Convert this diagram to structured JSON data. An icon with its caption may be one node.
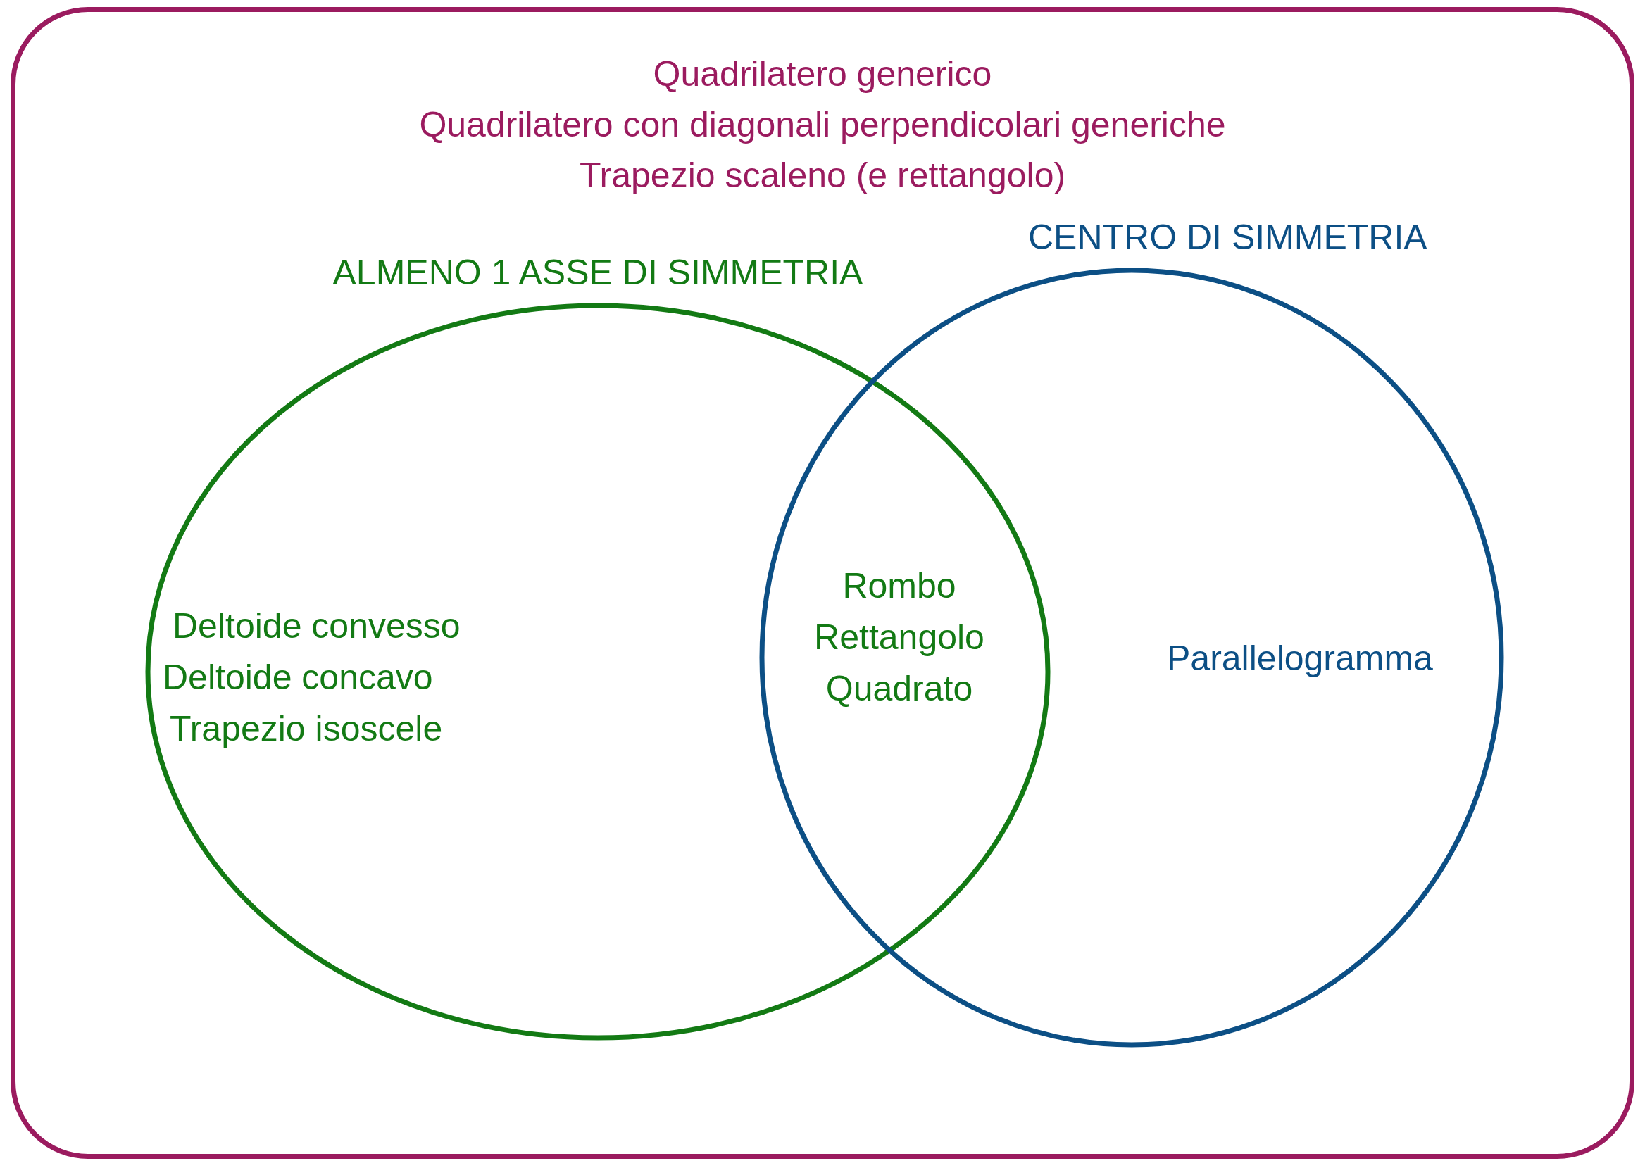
{
  "diagram": {
    "nodes": [
      {
        "text": [
          "Quadrilatero generico",
          "Quadrilatero con diagonali perpendicolari generiche",
          "Trapezio scaleno (e rettangolo)"
        ]
      },
      {
        "text": [
          "ALMENO 1 ASSE DI SIMMETRIA",
          "Deltoide convesso",
          "Deltoide concavo",
          "Trapezio isoscele"
        ],
        "in": 0
      },
      {
        "text": [
          "CENTRO DI SIMMETRIA",
          "Parallelogramma"
        ],
        "in": 0
      }
    ],
    "edges": [],
    "labels": [
      "Rombo",
      "Rettangolo",
      "Quadrato"
    ]
  }
}
